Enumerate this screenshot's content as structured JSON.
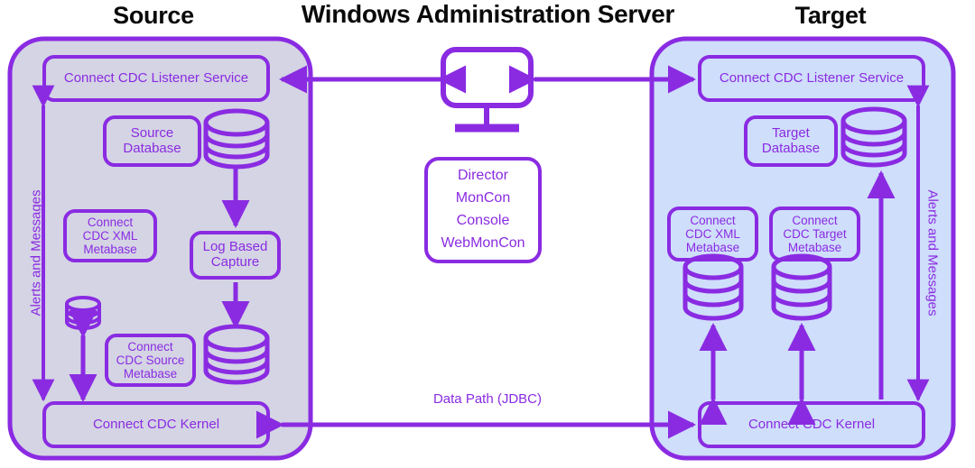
{
  "diagram": {
    "title_source": "Source",
    "title_center": "Windows Administration Server",
    "title_target": "Target",
    "colors": {
      "purple": "#8a2be2",
      "source_panel_fill": "#d4d4e4",
      "target_panel_fill": "#cfdefb",
      "node_fill_source": "#d4d4e4",
      "node_fill_target": "#cfdefb",
      "node_fill_center": "#ffffff",
      "header_text": "#0a0a0a"
    }
  },
  "source_panel": {
    "name": "Source",
    "nodes": {
      "listener": "Connect CDC Listener Service",
      "database": "Source\nDatabase",
      "xml_metabase": "Connect\nCDC XML\nMetabase",
      "log_capture": "Log Based\nCapture",
      "source_metabase": "Connect\nCDC Source\nMetabase",
      "kernel": "Connect CDC Kernel"
    },
    "labels": {
      "alerts": "Alerts and Messages"
    }
  },
  "center_panel": {
    "monitor_icon": "monitor-icon",
    "tools": "Director\nMonCon\nConsole\nWebMonCon",
    "tools_list": [
      "Director",
      "MonCon",
      "Console",
      "WebMonCon"
    ]
  },
  "target_panel": {
    "name": "Target",
    "nodes": {
      "listener": "Connect CDC Listener Service",
      "database": "Target\nDatabase",
      "xml_metabase": "Connect\nCDC XML\nMetabase",
      "target_metabase": "Connect\nCDC Target\nMetabase",
      "kernel": "Connect CDC Kernel"
    },
    "labels": {
      "alerts": "Alerts and Messages"
    }
  },
  "connections": {
    "data_path": "Data Path (JDBC)"
  }
}
